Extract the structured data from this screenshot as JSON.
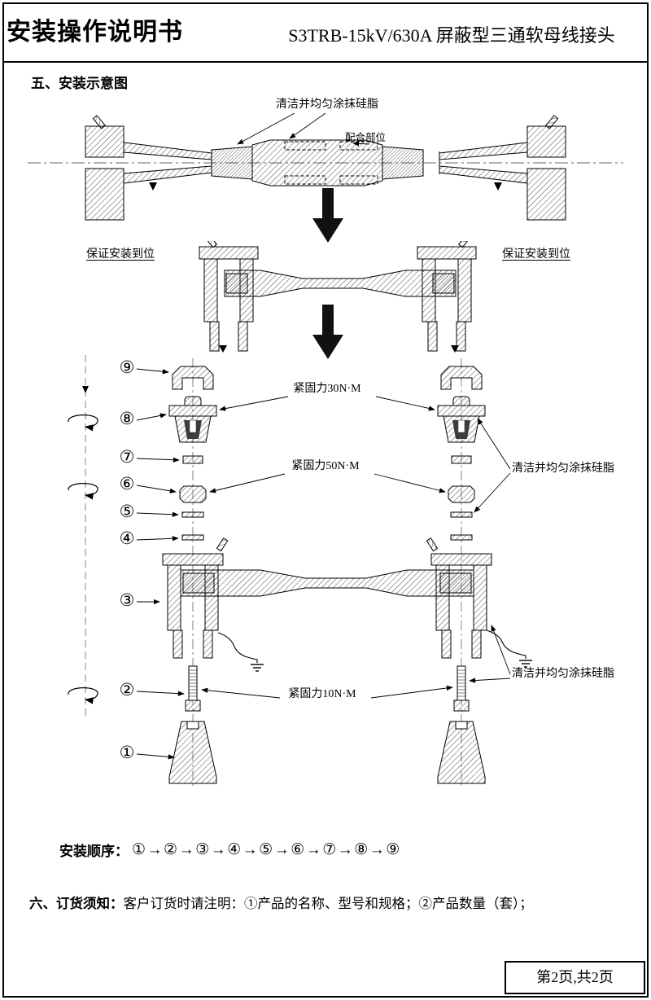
{
  "header": {
    "doc_title": "安装操作说明书",
    "product_title": "S3TRB-15kV/630A 屏蔽型三通软母线接头"
  },
  "section_five": {
    "heading": "五、安装示意图"
  },
  "diagram_step1": {
    "grease_label": "清洁并均匀涂抹硅脂",
    "mating_label": "配合部位"
  },
  "diagram_step2": {
    "ensure_left": "保证安装到位",
    "ensure_right": "保证安装到位"
  },
  "diagram_exploded": {
    "torque_30": "紧固力30N·M",
    "torque_50": "紧固力50N·M",
    "torque_10": "紧固力10N·M",
    "grease_upper": "清洁并均匀涂抹硅脂",
    "grease_lower": "清洁并均匀涂抹硅脂",
    "part_numbers": [
      "⑨",
      "⑧",
      "⑦",
      "⑥",
      "⑤",
      "④",
      "③",
      "②",
      "①"
    ]
  },
  "install_order": {
    "label": "安装顺序：",
    "sequence": "①→②→③→④→⑤→⑥→⑦→⑧→⑨"
  },
  "section_six": {
    "heading": "六、订货须知：",
    "body": "客户订货时请注明：①产品的名称、型号和规格；②产品数量（套）；"
  },
  "footer": {
    "page_label": "第2页,共2页"
  }
}
